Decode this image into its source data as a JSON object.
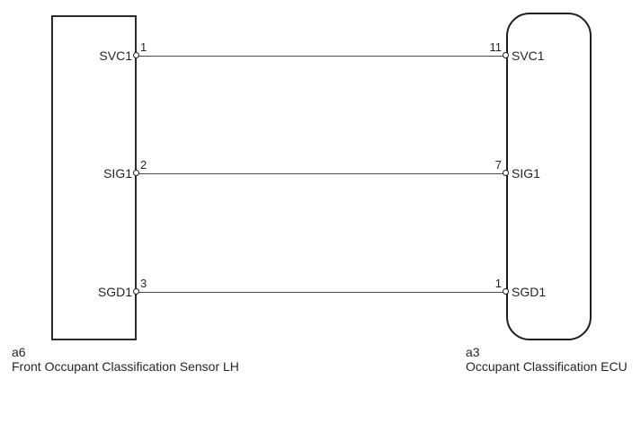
{
  "diagram": {
    "left_connector": {
      "code": "a6",
      "name": "Front Occupant Classification Sensor LH"
    },
    "right_connector": {
      "code": "a3",
      "name": "Occupant Classification ECU"
    },
    "wires": [
      {
        "left_label": "SVC1",
        "left_pin": "1",
        "right_pin": "11",
        "right_label": "SVC1"
      },
      {
        "left_label": "SIG1",
        "left_pin": "2",
        "right_pin": "7",
        "right_label": "SIG1"
      },
      {
        "left_label": "SGD1",
        "left_pin": "3",
        "right_pin": "1",
        "right_label": "SGD1"
      }
    ],
    "colors": {
      "line": "#2b2b2b",
      "wire": "#4a4a4a",
      "background": "#ffffff",
      "text": "#262626"
    }
  }
}
